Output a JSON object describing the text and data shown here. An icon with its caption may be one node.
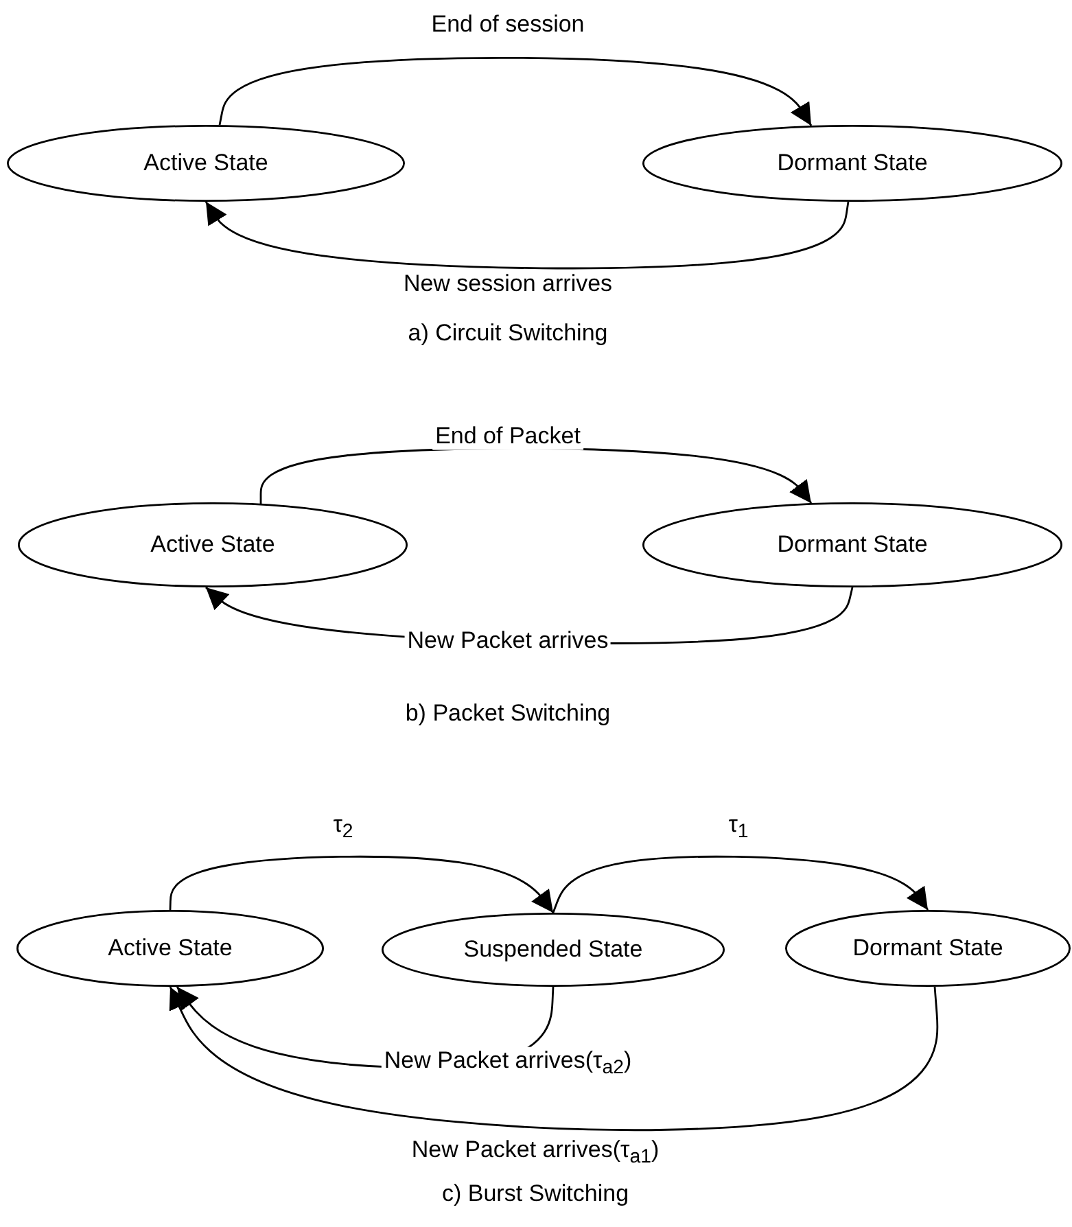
{
  "diagram": {
    "nodes": [
      {
        "text": [
          "Active State"
        ]
      },
      {
        "text": [
          "Dormant State"
        ]
      },
      {
        "text": [
          "Active State"
        ]
      },
      {
        "text": [
          "Dormant State"
        ]
      },
      {
        "text": [
          "Active State"
        ]
      },
      {
        "text": [
          "Suspended State"
        ]
      },
      {
        "text": [
          "Dormant State"
        ]
      }
    ],
    "edges": [
      {
        "from": 0,
        "to": 1,
        "arrow": "to",
        "label": "End of session"
      },
      {
        "from": 1,
        "to": 0,
        "arrow": "to",
        "label": "New session arrives"
      },
      {
        "from": 2,
        "to": 3,
        "arrow": "to",
        "label": "End of Packet"
      },
      {
        "from": 3,
        "to": 2,
        "arrow": "to",
        "label": "New Packet arrives"
      },
      {
        "from": 4,
        "to": 5,
        "arrow": "to",
        "label": "τ$_{2}$"
      },
      {
        "from": 5,
        "to": 6,
        "arrow": "to",
        "label": "τ$_{1}$"
      },
      {
        "from": 5,
        "to": 4,
        "arrow": "to",
        "label": "New Packet arrives(τ$_{a2}$)"
      },
      {
        "from": 6,
        "to": 4,
        "arrow": "to",
        "label": "New Packet arrives(τ$_{a1}$)"
      }
    ],
    "labels": [
      "a) Circuit Switching",
      "b) Packet Switching",
      "c) Burst Switching"
    ]
  }
}
